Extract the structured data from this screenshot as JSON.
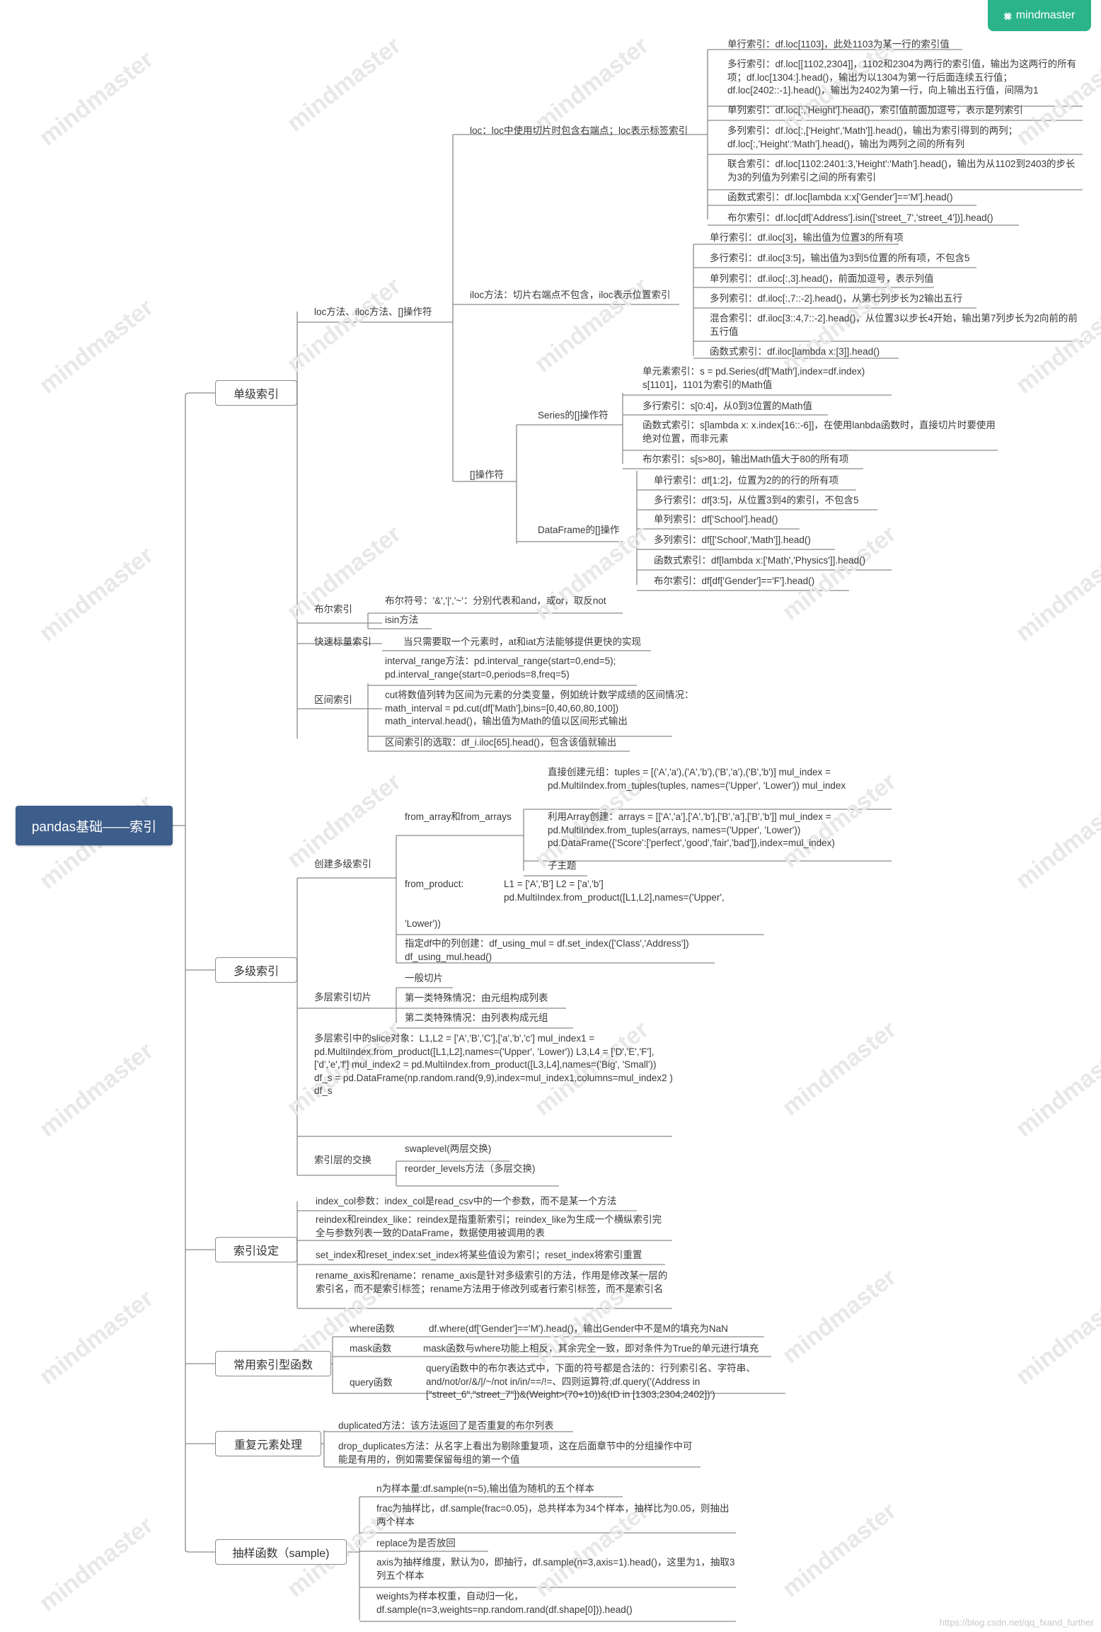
{
  "brand": {
    "label": "mindmaster",
    "color": "#2bb38a"
  },
  "footer_url": "https://blog.csdn.net/qq_fxand_further",
  "watermark": "mindmaster",
  "root": "pandas基础——索引",
  "branches": [
    {
      "label": "单级索引"
    },
    {
      "label": "多级索引"
    },
    {
      "label": "索引设定"
    },
    {
      "label": "常用索引型函数"
    },
    {
      "label": "重复元素处理"
    },
    {
      "label": "抽样函数（sample)"
    }
  ],
  "single": {
    "loc_group": "loc方法、iloc方法、[]操作符",
    "loc": {
      "label": "loc：loc中使用切片时包含右端点；loc表示标签索引",
      "items": [
        "单行索引：df.loc[1103]，此处1103为某一行的索引值",
        "多行索引：df.loc[[1102,2304]]，1102和2304为两行的索引值，输出为这两行的所有项；df.loc[1304:].head()，输出为以1304为第一行后面连续五行值；df.loc[2402::-1].head()，输出为2402为第一行，向上输出五行值，间隔为1",
        "单列索引：df.loc[:,'Height'].head()，索引值前面加逗号，表示是列索引",
        "多列索引：df.loc[:,['Height','Math']].head()，输出为索引得到的两列；df.loc[:,'Height':'Math'].head()，输出为两列之间的所有列",
        "联合索引：df.loc[1102:2401:3,'Height':'Math'].head()，输出为从1102到2403的步长为3的列值为列索引之间的所有索引",
        "函数式索引：df.loc[lambda x:x['Gender']=='M'].head()",
        "布尔索引：df.loc[df['Address'].isin(['street_7','street_4'])].head()"
      ]
    },
    "iloc": {
      "label": "iloc方法：切片右端点不包含，iloc表示位置索引",
      "items": [
        "单行索引：df.iloc[3]，输出值为位置3的所有项",
        "多行索引：df.iloc[3:5]，输出值为3到5位置的所有项，不包含5",
        "单列索引：df.iloc[:,3].head()，前面加逗号，表示列值",
        "多列索引：df.iloc[:,7::-2].head()，从第七列步长为2输出五行",
        "混合索引：df.iloc[3::4,7::-2].head()，从位置3以步长4开始，输出第7列步长为2向前的前五行值",
        "函数式索引：df.iloc[lambda x:[3]].head()"
      ]
    },
    "bracket": {
      "label": "[]操作符",
      "series": {
        "label": "Series的[]操作符",
        "items": [
          "单元素索引：s = pd.Series(df['Math'],index=df.index) s[1101]，1101为索引的Math值",
          "多行索引：s[0:4]，从0到3位置的Math值",
          "函数式索引：s[lambda x: x.index[16::-6]]，在使用lanbda函数时，直接切片时要使用绝对位置，而非元素",
          "布尔索引：s[s>80]，输出Math值大于80的所有项"
        ]
      },
      "dataframe": {
        "label": "DataFrame的[]操作",
        "items": [
          "单行索引：df[1:2]，位置为2的的行的所有项",
          "多行索引：df[3:5]，从位置3到4的索引，不包含5",
          "单列索引：df['School'].head()",
          "多列索引：df[['School','Math']].head()",
          "函数式索引：df[lambda x:['Math','Physics']].head()",
          "布尔索引：df[df['Gender']=='F'].head()"
        ]
      }
    },
    "bool": {
      "label": "布尔索引",
      "items": [
        "布尔符号：'&','|','~'：分别代表和and，或or，取反not",
        "isin方法"
      ]
    },
    "fast": {
      "label": "快速标量索引",
      "item": "当只需要取一个元素时，at和iat方法能够提供更快的实现"
    },
    "interval": {
      "label": "区间索引",
      "items": [
        "interval_range方法：pd.interval_range(start=0,end=5); pd.interval_range(start=0,periods=8,freq=5)",
        "cut将数值列转为区间为元素的分类变量，例如统计数学成绩的区间情况：math_interval = pd.cut(df['Math'],bins=[0,40,60,80,100]) math_interval.head()，输出值为Math的值以区间形式输出",
        "区间索引的选取：df_i.iloc[65].head()，包含该值就输出"
      ]
    }
  },
  "multi": {
    "create": {
      "label": "创建多级索引",
      "from_array": {
        "label": "from_array和from_arrays",
        "items": [
          "直接创建元组：tuples = [('A','a'),('A','b'),('B','a'),('B','b')] mul_index = pd.MultiIndex.from_tuples(tuples, names=('Upper', 'Lower')) mul_index",
          "利用Array创建：arrays = [['A','a'],['A','b'],['B','a'],['B','b']] mul_index = pd.MultiIndex.from_tuples(arrays, names=('Upper', 'Lower')) pd.DataFrame({'Score':['perfect','good','fair','bad']},index=mul_index)",
          "子主题"
        ]
      },
      "from_product": {
        "label": "from_product:",
        "code": "L1 = ['A','B'] L2 = ['a','b'] pd.MultiIndex.from_product([L1,L2],names=('Upper',",
        "tail": "'Lower'))"
      },
      "set_index": "指定df中的列创建：df_using_mul = df.set_index(['Class','Address']) df_using_mul.head()"
    },
    "slice": {
      "label": "多层索引切片",
      "items": [
        "一般切片",
        "第一类特殊情况：由元组构成列表",
        "第二类特殊情况：由列表构成元组"
      ]
    },
    "slice_obj": "多层索引中的slice对象：L1,L2 = ['A','B','C'],['a','b','c'] mul_index1 = pd.MultiIndex.from_product([L1,L2],names=('Upper', 'Lower')) L3,L4 = ['D','E','F'],['d','e','f'] mul_index2 = pd.MultiIndex.from_product([L3,L4],names=('Big', 'Small')) df_s = pd.DataFrame(np.random.rand(9,9),index=mul_index1,columns=mul_index2 ) df_s",
    "swap": {
      "label": "索引层的交换",
      "items": [
        "swaplevel(两层交换)",
        "reorder_levels方法（多层交换)"
      ]
    }
  },
  "setting": {
    "items": [
      "index_col参数：index_col是read_csv中的一个参数，而不是某一个方法",
      "reindex和reindex_like：reindex是指重新索引；reindex_like为生成一个横纵索引完全与参数列表一致的DataFrame，数据使用被调用的表",
      "set_index和reset_index:set_index将某些值设为索引；reset_index将索引重置",
      "rename_axis和rename：rename_axis是针对多级索引的方法，作用是修改某一层的索引名，而不是索引标签；rename方法用于修改列或者行索引标签，而不是索引名"
    ]
  },
  "common": {
    "items": [
      {
        "label": "where函数",
        "desc": "df.where(df['Gender']=='M').head()，输出Gender中不是M的填充为NaN"
      },
      {
        "label": "mask函数",
        "desc": "mask函数与where功能上相反，其余完全一致，即对条件为True的单元进行填充"
      },
      {
        "label": "query函数",
        "desc": "query函数中的布尔表达式中，下面的符号都是合法的：行列索引名、字符串、and/not/or/&/|/~/not in/in/==/!=、四则运算符;df.query('(Address in [\"street_6\",\"street_7\"])&(Weight>(70+10))&(ID in [1303,2304,2402])')"
      }
    ]
  },
  "dup": {
    "items": [
      "duplicated方法：该方法返回了是否重复的布尔列表",
      "drop_duplicates方法：从名字上看出为剔除重复项，这在后面章节中的分组操作中可能是有用的，例如需要保留每组的第一个值"
    ]
  },
  "sample": {
    "items": [
      "n为样本量:df.sample(n=5),输出值为随机的五个样本",
      "frac为抽样比，df.sample(frac=0.05)，总共样本为34个样本，抽样比为0.05，则抽出两个样本",
      "replace为是否放回",
      "axis为抽样维度，默认为0，即抽行，df.sample(n=3,axis=1).head()，这里为1，抽取3列五个样本",
      "weights为样本权重，自动归一化，df.sample(n=3,weights=np.random.rand(df.shape[0])).head()"
    ]
  }
}
